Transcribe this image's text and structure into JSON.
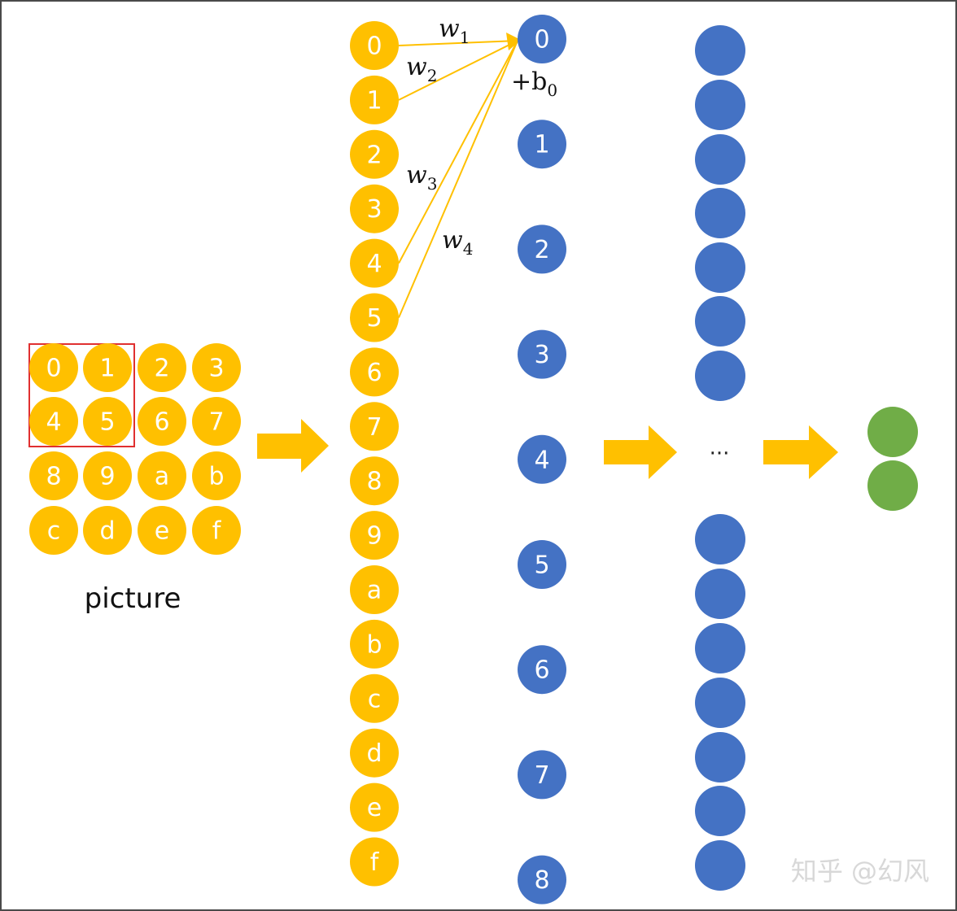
{
  "colors": {
    "input_node": "#FFC000",
    "hidden_node": "#4472C4",
    "output_node": "#70AD47",
    "arrow": "#FFC000",
    "selection_box": "#E03030",
    "connection": "#FFC000"
  },
  "picture": {
    "caption": "picture",
    "grid": [
      "0",
      "1",
      "2",
      "3",
      "4",
      "5",
      "6",
      "7",
      "8",
      "9",
      "a",
      "b",
      "c",
      "d",
      "e",
      "f"
    ]
  },
  "input_column": [
    "0",
    "1",
    "2",
    "3",
    "4",
    "5",
    "6",
    "7",
    "8",
    "9",
    "a",
    "b",
    "c",
    "d",
    "e",
    "f"
  ],
  "hidden_column": [
    "0",
    "1",
    "2",
    "3",
    "4",
    "5",
    "6",
    "7",
    "8"
  ],
  "weights": {
    "w1": {
      "base": "w",
      "sub": "1"
    },
    "w2": {
      "base": "w",
      "sub": "2"
    },
    "w3": {
      "base": "w",
      "sub": "3"
    },
    "w4": {
      "base": "w",
      "sub": "4"
    }
  },
  "bias": {
    "prefix": "+b",
    "sub": "0"
  },
  "ellipsis": "···",
  "watermark": "知乎 @幻风"
}
